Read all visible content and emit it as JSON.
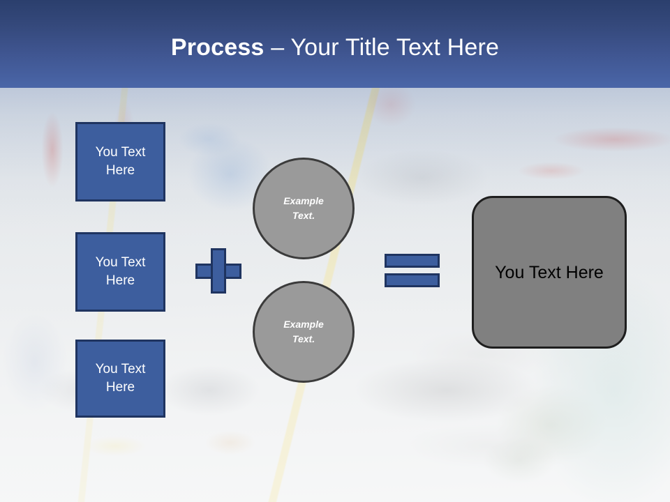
{
  "slide": {
    "title_bold": "Process",
    "title_rest": " – Your Title Text Here",
    "theme": {
      "header_top": "#2b3f6d",
      "header_bottom": "#4a66a8",
      "accent_blue": "#3d5e9e",
      "accent_blue_border": "#1f3460",
      "gray_fill": "#9a9a9a",
      "gray_border": "#3b3b3b",
      "result_fill": "#808080",
      "result_border": "#1e1e1e",
      "title_color": "#ffffff"
    }
  },
  "inputs": [
    {
      "label": "You Text\nHere"
    },
    {
      "label": "You Text\nHere"
    },
    {
      "label": "You Text\nHere"
    }
  ],
  "operators": {
    "plus": "+",
    "equals": "="
  },
  "circles": [
    {
      "label": "Example\nText."
    },
    {
      "label": "Example\nText."
    }
  ],
  "result": {
    "label": "You Text Here"
  }
}
